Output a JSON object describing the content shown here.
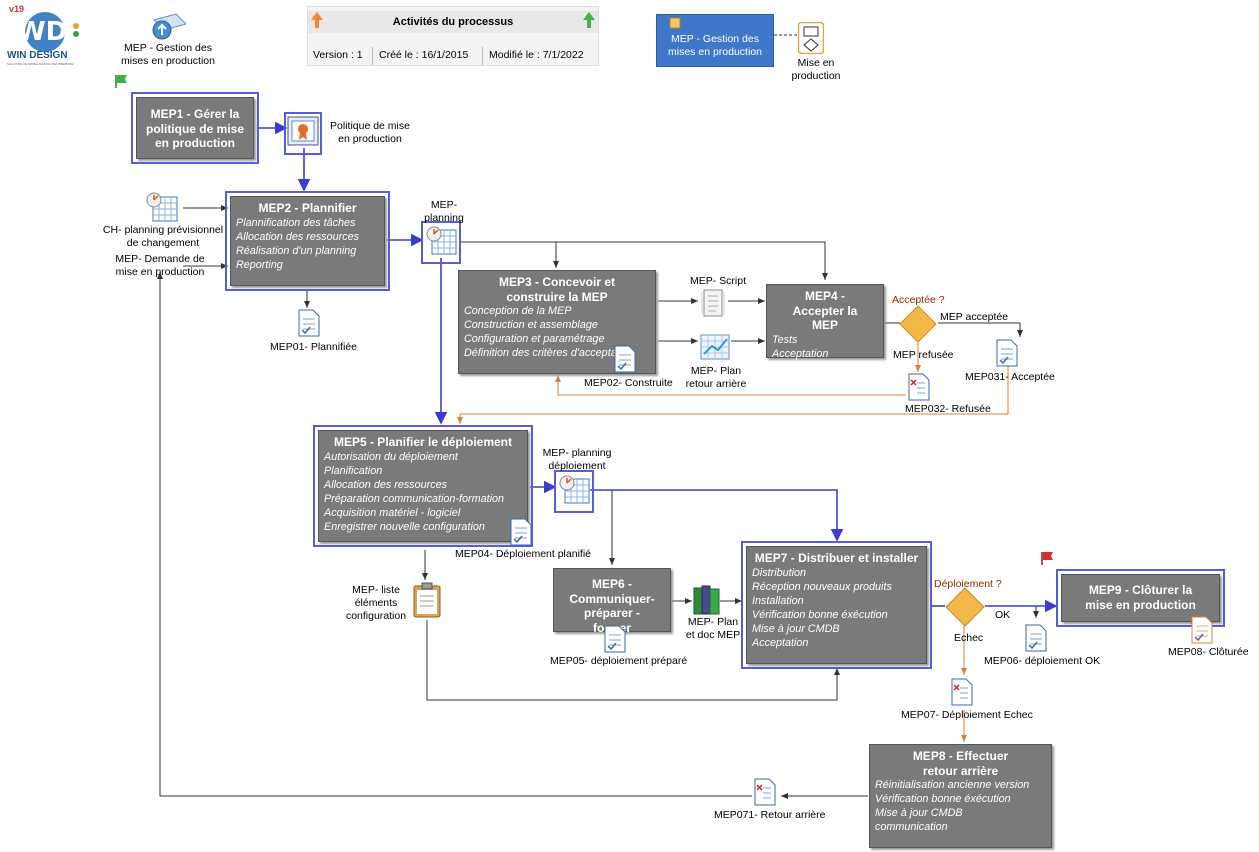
{
  "header": {
    "title": "Activités du processus",
    "version": "Version : 1",
    "created": "Créé le : 16/1/2015",
    "modified": "Modifié le : 7/1/2022"
  },
  "logo": {
    "badge": "v19",
    "name": "WIN DESIGN",
    "tagline": "SOLUTION DE MODÉLISATION D'ENTREPRISE"
  },
  "process_ref": "MEP - Gestion des mises en production",
  "top_right": {
    "box_label": "MEP - Gestion des mises en production",
    "store_label": "Mise en production"
  },
  "colors": {
    "process_fill": "#7a7a7a",
    "selection": "#5b5bd6",
    "flow_blue": "#3b3bd0",
    "flow_orange": "#d9803a",
    "flow_gray": "#555555",
    "decision": "#f2b94a"
  },
  "processes": {
    "mep1": {
      "title": "MEP1 - Gérer la politique de mise en production",
      "items": []
    },
    "mep2": {
      "title": "MEP2 - Plannifier",
      "items": [
        "Plannification des tâches",
        "Allocation des ressources",
        "Réalisation d'un planning",
        "Reporting"
      ]
    },
    "mep3": {
      "title": "MEP3 - Concevoir et construire la MEP",
      "items": [
        "Conception de la MEP",
        "Construction et assemblage",
        "Configuration et paramétrage",
        "Définition des critères d'acceptation"
      ]
    },
    "mep4": {
      "title": "MEP4 - Accepter la MEP",
      "items": [
        "Tests",
        "Acceptation"
      ]
    },
    "mep5": {
      "title": "MEP5 - Planifier le déploiement",
      "items": [
        "Autorisation du déploiement",
        "Planification",
        "Allocation des ressources",
        "Préparation communication-formation",
        "Acquisition matériel - logiciel",
        "Enregistrer nouvelle configuration"
      ]
    },
    "mep6": {
      "title": "MEP6 - Communiquer-préparer - former",
      "items": []
    },
    "mep7": {
      "title": "MEP7 - Distribuer et installer",
      "items": [
        "Distribution",
        "Réception nouveaux produits",
        "Installation",
        "Vérification bonne éxécution",
        "Mise à jour CMDB",
        "Acceptation"
      ]
    },
    "mep8": {
      "title": "MEP8 - Effectuer retour arrière",
      "items": [
        "Réinitialisation ancienne version",
        "Vérification bonne éxécution",
        "Mise à jour CMDB",
        "communication"
      ]
    },
    "mep9": {
      "title": "MEP9 - Clôturer la mise en production",
      "items": []
    }
  },
  "artifacts": {
    "politique": "Politique de mise en production",
    "ch_planning": "CH- planning prévisionnel de changement",
    "demande": "MEP- Demande de mise en production",
    "planning": "MEP- planning",
    "mep01": "MEP01- Plannifiée",
    "script": "MEP- Script",
    "plan_retour": "MEP- Plan retour arrière",
    "mep02": "MEP02- Construite",
    "mep031": "MEP031- Acceptée",
    "mep032": "MEP032- Refusée",
    "planning_depl": "MEP- planning déploiement",
    "mep04": "MEP04- Déploiement planifié",
    "liste": "MEP- liste éléments configuration",
    "plan_doc": "MEP- Plan et doc MEP",
    "mep05": "MEP05- déploiement préparé",
    "mep06": "MEP06- déploiement OK",
    "mep07": "MEP07- Déploiement Echec",
    "mep071": "MEP071- Retour arrière",
    "mep08": "MEP08- Clôturée"
  },
  "decisions": {
    "acceptee": {
      "question": "Acceptée ?",
      "yes": "MEP acceptée",
      "no": "MEP refusée"
    },
    "deploiement": {
      "question": "Déploiement ?",
      "yes": "OK",
      "no": "Echec"
    }
  }
}
